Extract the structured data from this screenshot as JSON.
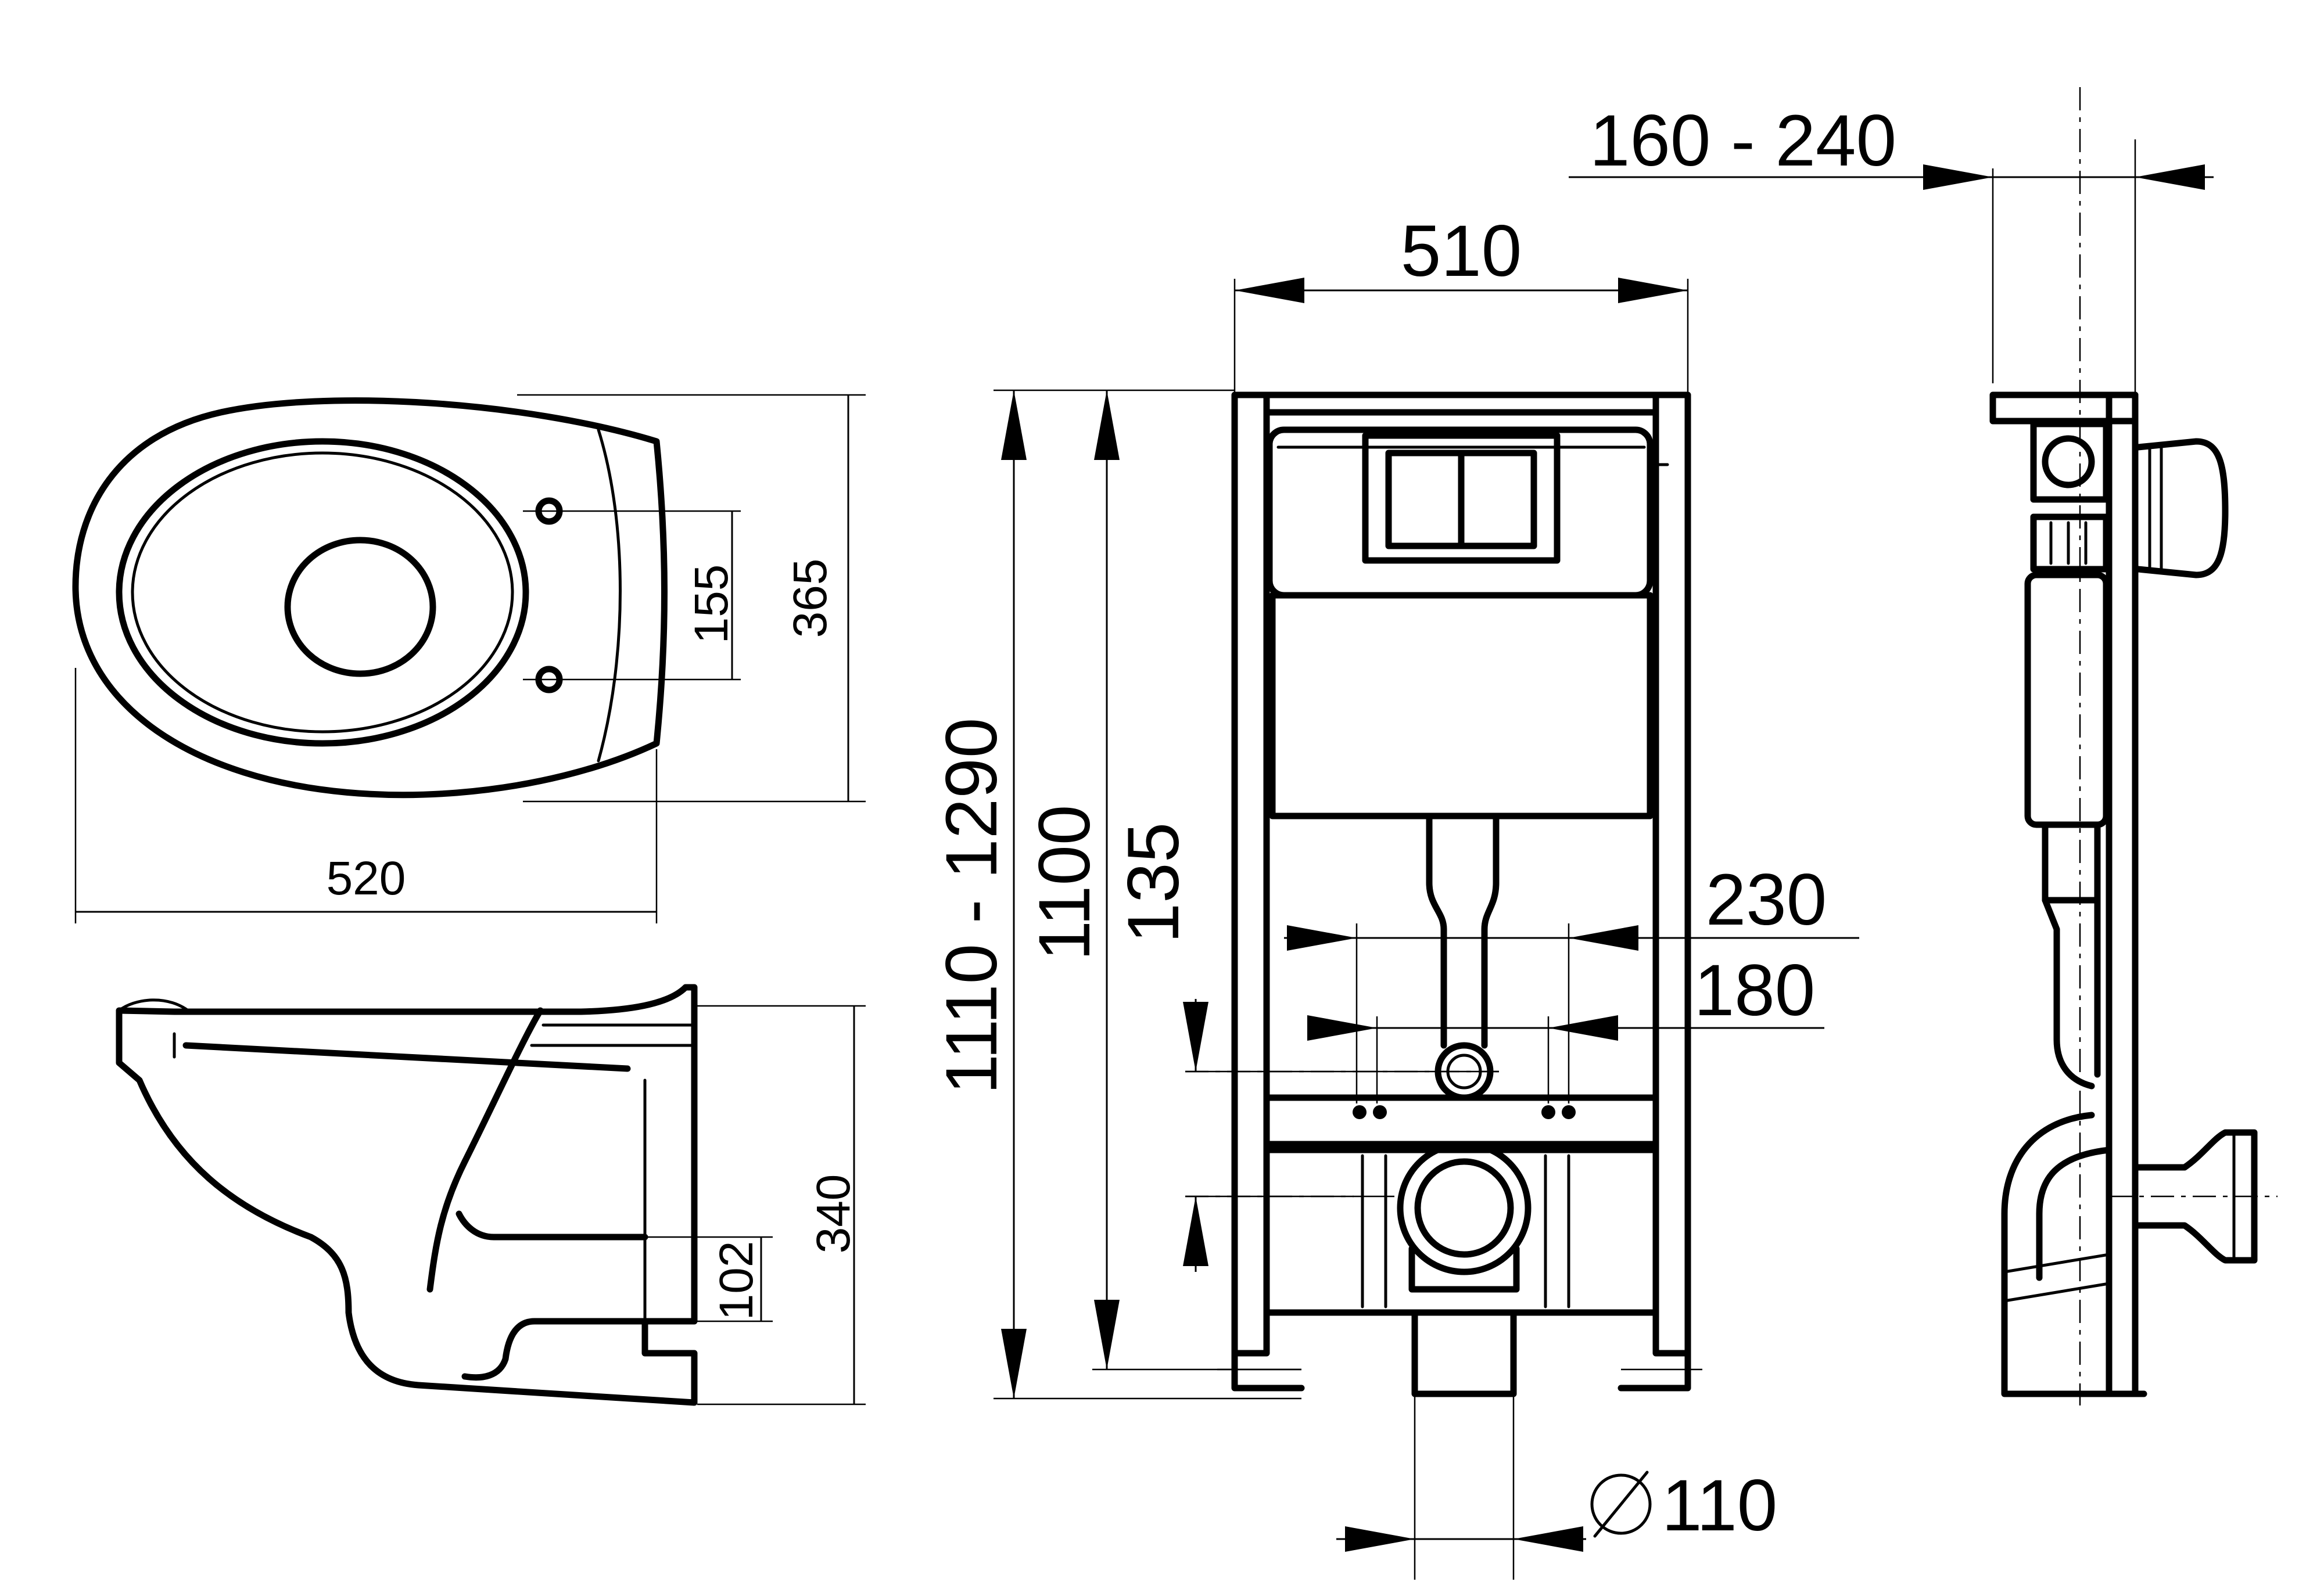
{
  "dimensions": {
    "bowl_length": "520",
    "bowl_width": "365",
    "bolt_spacing": "155",
    "bowl_height": "340",
    "outlet_height": "102",
    "frame_width": "510",
    "frame_height_range": "1110 - 1290",
    "frame_height": "1100",
    "outlet_offset": "135",
    "rod_spacing_outer": "230",
    "rod_spacing_inner": "180",
    "drain_diameter": "110",
    "wall_depth_range": "160 - 240"
  }
}
